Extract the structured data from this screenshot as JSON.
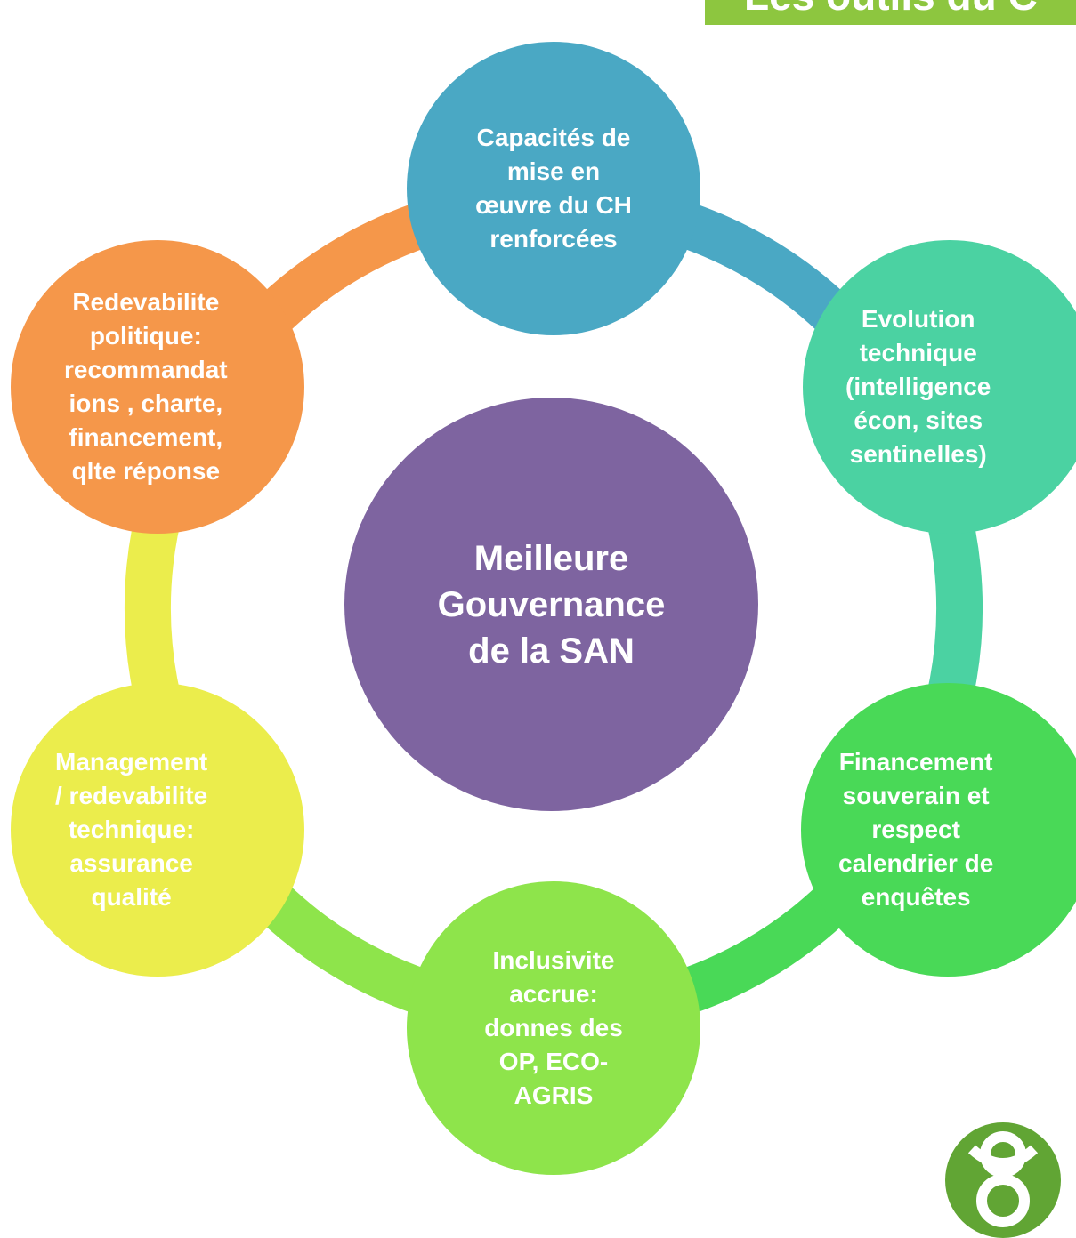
{
  "title": "Les outils du C",
  "center": {
    "label": "Meilleure\nGouvernance\nde la SAN",
    "color": "#7e64a0"
  },
  "nodes": [
    {
      "label": "Capacités de\nmise en\nœuvre du CH\nrenforcées",
      "color": "#4aa8c4"
    },
    {
      "label": "Evolution\ntechnique\n(intelligence\nécon, sites\nsentinelles)",
      "color": "#4bd2a2"
    },
    {
      "label": "Financement\nsouverain et\nrespect\ncalendrier  de\nenquêtes",
      "color": "#49d957"
    },
    {
      "label": "Inclusivite\naccrue:\ndonnes  des\nOP, ECO-\nAGRIS",
      "color": "#8ee44b"
    },
    {
      "label": "Management\n/ redevabilite\ntechnique:\nassurance\nqualité",
      "color": "#ebed4c"
    },
    {
      "label": "Redevabilite\npolitique:\nrecommandat\nions , charte,\nfinancement,\nqlte réponse",
      "color": "#f5974a"
    }
  ],
  "logo": {
    "icon": "oxfam-logo-icon",
    "color": "#61a534"
  }
}
